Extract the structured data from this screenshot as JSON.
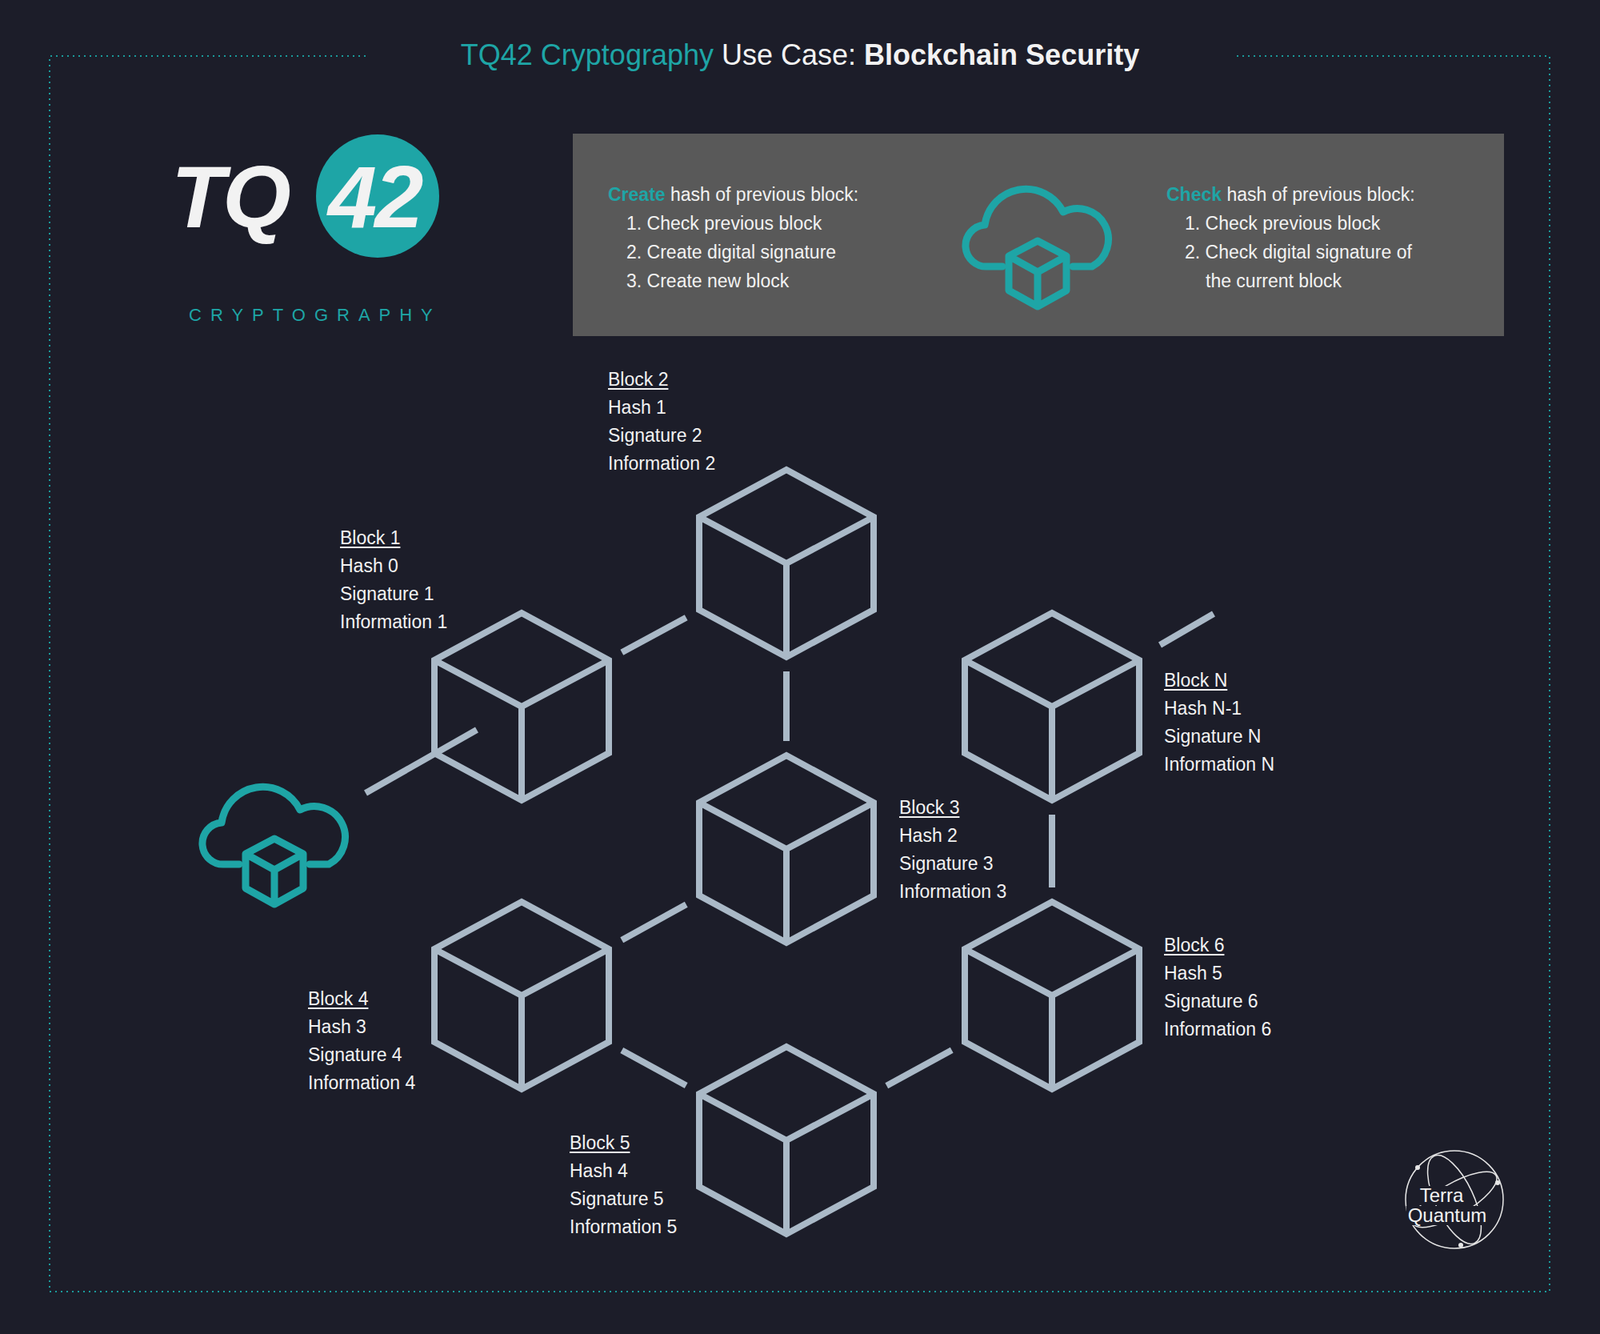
{
  "diagram": {
    "title": "TQ42 Cryptography Use Case: Blockchain Security",
    "nodes": [
      {
        "text": [
          "Create hash of previous block:",
          "1. Check previous block",
          "2. Create digital signature",
          "3. Create new block",
          "Check hash of previous block:",
          "1. Check previous block",
          "2. Check digital signature of the current block"
        ]
      },
      {
        "text": [
          "Block 1",
          "Hash 0",
          "Signature 1",
          "Information 1"
        ]
      },
      {
        "text": [
          "Block 2",
          "Hash 1",
          "Signature 2",
          "Information 2"
        ]
      },
      {
        "text": [
          "Block 3",
          "Hash 2",
          "Signature 3",
          "Information 3"
        ]
      },
      {
        "text": [
          "Block 4",
          "Hash 3",
          "Signature 4",
          "Information 4"
        ]
      },
      {
        "text": [
          "Block 5",
          "Hash 4",
          "Signature 5",
          "Information 5"
        ]
      },
      {
        "text": [
          "Block 6",
          "Hash 5",
          "Signature 6",
          "Information 6"
        ]
      },
      {
        "text": [
          "Block N",
          "Hash N-1",
          "Signature N",
          "Information N"
        ]
      }
    ],
    "edges": [
      {
        "from": 1,
        "to": 2,
        "arrow": "none"
      },
      {
        "from": 2,
        "to": 3,
        "arrow": "none"
      },
      {
        "from": 3,
        "to": 4,
        "arrow": "none"
      },
      {
        "from": 4,
        "to": 5,
        "arrow": "none"
      },
      {
        "from": 5,
        "to": 6,
        "arrow": "none"
      },
      {
        "from": 6,
        "to": 7,
        "arrow": "none"
      }
    ],
    "labels": [
      "TQ",
      "42",
      "CRYPTOGRAPHY",
      "Terra",
      "Quantum"
    ]
  }
}
